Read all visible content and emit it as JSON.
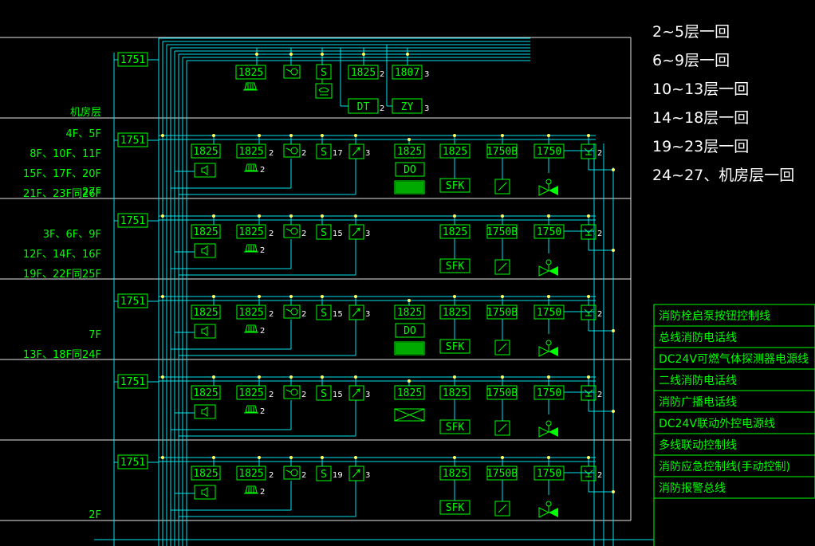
{
  "groups": [
    "2~5层一回",
    "6~9层一回",
    "10~13层一回",
    "14~18层一回",
    "19~23层一回",
    "24~27、机房层一回"
  ],
  "legend": [
    "消防栓启泵按钮控制线",
    "总线消防电话线",
    "DC24V可燃气体探测器电源线",
    "二线消防电话线",
    "消防广播电话线",
    "DC24V联动外控电源线",
    "多线联动控制线",
    "消防应急控制线(手动控制)",
    "消防报警总线"
  ],
  "machine_room": {
    "label": "机房层",
    "module": "1751",
    "devices": [
      {
        "code": "1825",
        "icon": "bell-icon"
      },
      {
        "code": "",
        "icon": "flow-icon"
      },
      {
        "code": "S"
      },
      {
        "code": "1825",
        "n": "2",
        "sub": "DT",
        "subn": "2"
      },
      {
        "code": "1807",
        "n": "3",
        "sub": "ZY",
        "subn": "3"
      }
    ]
  },
  "floors": [
    {
      "label_lines": [
        "27F"
      ],
      "module": "1751",
      "smoke_count": "17",
      "has_gas": true,
      "gas_shaded": true
    },
    {
      "label_lines": [
        "4F、5F",
        "8F、10F、11F",
        "15F、17F、20F",
        "21F、23F同26F"
      ],
      "module": "1751",
      "smoke_count": "15",
      "has_gas": false,
      "gas_shaded": false
    },
    {
      "label_lines": [
        "3F、6F、9F",
        "12F、14F、16F",
        "19F、22F同25F"
      ],
      "module": "1751",
      "smoke_count": "15",
      "has_gas": true,
      "gas_shaded": true
    },
    {
      "label_lines": [
        "7F",
        "13F、18F同24F"
      ],
      "module": "1751",
      "smoke_count": "15",
      "has_gas": true,
      "gas_shaded": false
    },
    {
      "label_lines": [
        "2F"
      ],
      "module": "1751",
      "smoke_count": "19",
      "has_gas": false,
      "gas_shaded": false
    }
  ],
  "row_devices": {
    "mod1": "1825",
    "mod2": "1825",
    "mod2_n": "2",
    "flow_n": "2",
    "smoke_code": "S",
    "heat_n": "3",
    "gas_code": "1825",
    "gas_sub": "DO",
    "sfk_code": "1825",
    "sfk_sub": "SFK",
    "d3": "1750B",
    "d4": "1750",
    "phone_code": "Y",
    "phone_n": "2",
    "bell_n": "2"
  }
}
